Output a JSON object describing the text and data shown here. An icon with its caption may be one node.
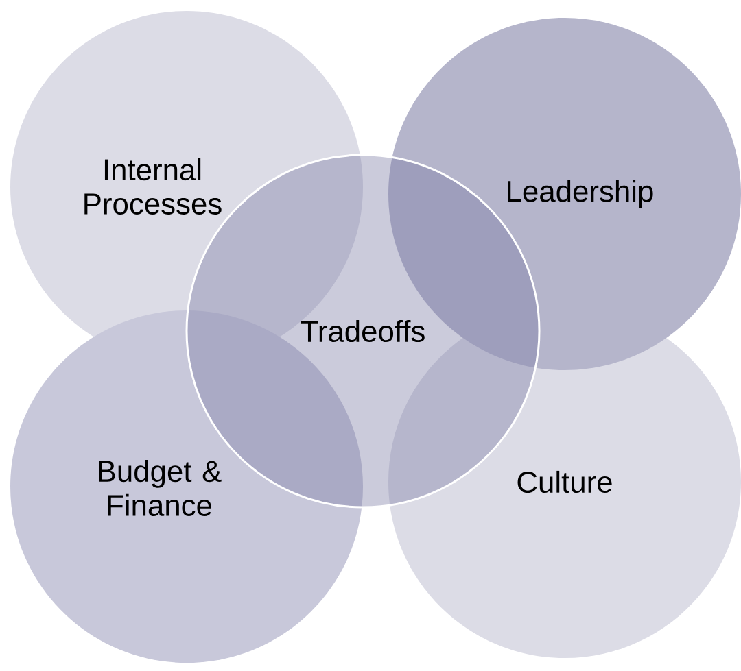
{
  "diagram": {
    "nodes": [
      {
        "text": [
          "Internal Processes"
        ]
      },
      {
        "text": [
          "Leadership"
        ]
      },
      {
        "text": [
          "Tradeoffs"
        ]
      },
      {
        "text": [
          "Budget & Finance"
        ]
      },
      {
        "text": [
          "Culture"
        ]
      }
    ]
  }
}
